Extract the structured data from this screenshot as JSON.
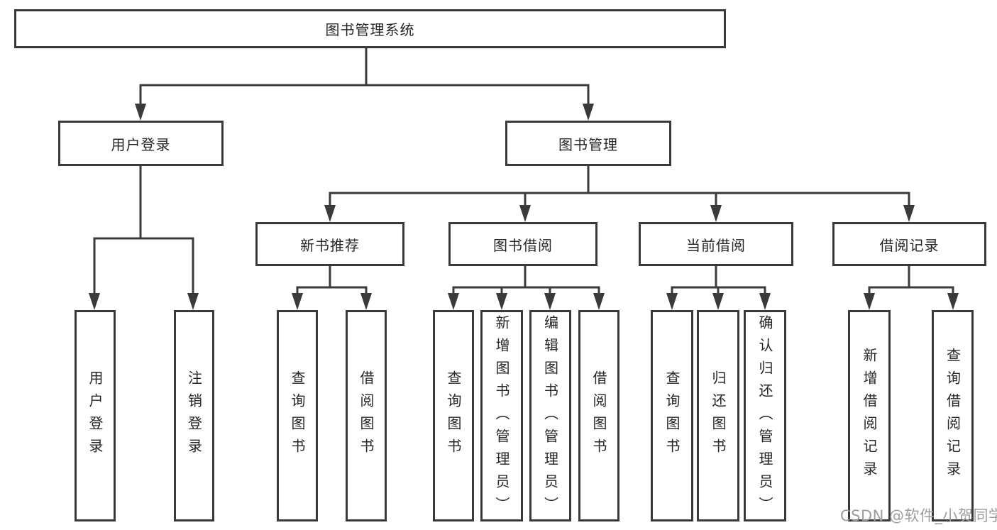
{
  "diagram": {
    "root": {
      "label": "图书管理系统",
      "children": [
        {
          "label": "用户登录",
          "children": [
            {
              "label": "用户登录"
            },
            {
              "label": "注销登录"
            }
          ]
        },
        {
          "label": "图书管理",
          "children": [
            {
              "label": "新书推荐",
              "children": [
                {
                  "label": "查询图书"
                },
                {
                  "label": "借阅图书"
                }
              ]
            },
            {
              "label": "图书借阅",
              "children": [
                {
                  "label": "查询图书"
                },
                {
                  "label": "新增图书（管理员）"
                },
                {
                  "label": "编辑图书（管理员）"
                },
                {
                  "label": "借阅图书"
                }
              ]
            },
            {
              "label": "当前借阅",
              "children": [
                {
                  "label": "查询图书"
                },
                {
                  "label": "归还图书"
                },
                {
                  "label": "确认归还（管理员）"
                }
              ]
            },
            {
              "label": "借阅记录",
              "children": [
                {
                  "label": "新增借阅记录"
                },
                {
                  "label": "查询借阅记录"
                }
              ]
            }
          ]
        }
      ]
    },
    "colors": {
      "line": "#3a3a3a",
      "box_border": "#3a3a3a",
      "text": "#262626",
      "background": "#ffffff",
      "watermark": "#9e9e9e"
    }
  },
  "watermark": {
    "text": "CSDN @软件_小贺同学"
  }
}
